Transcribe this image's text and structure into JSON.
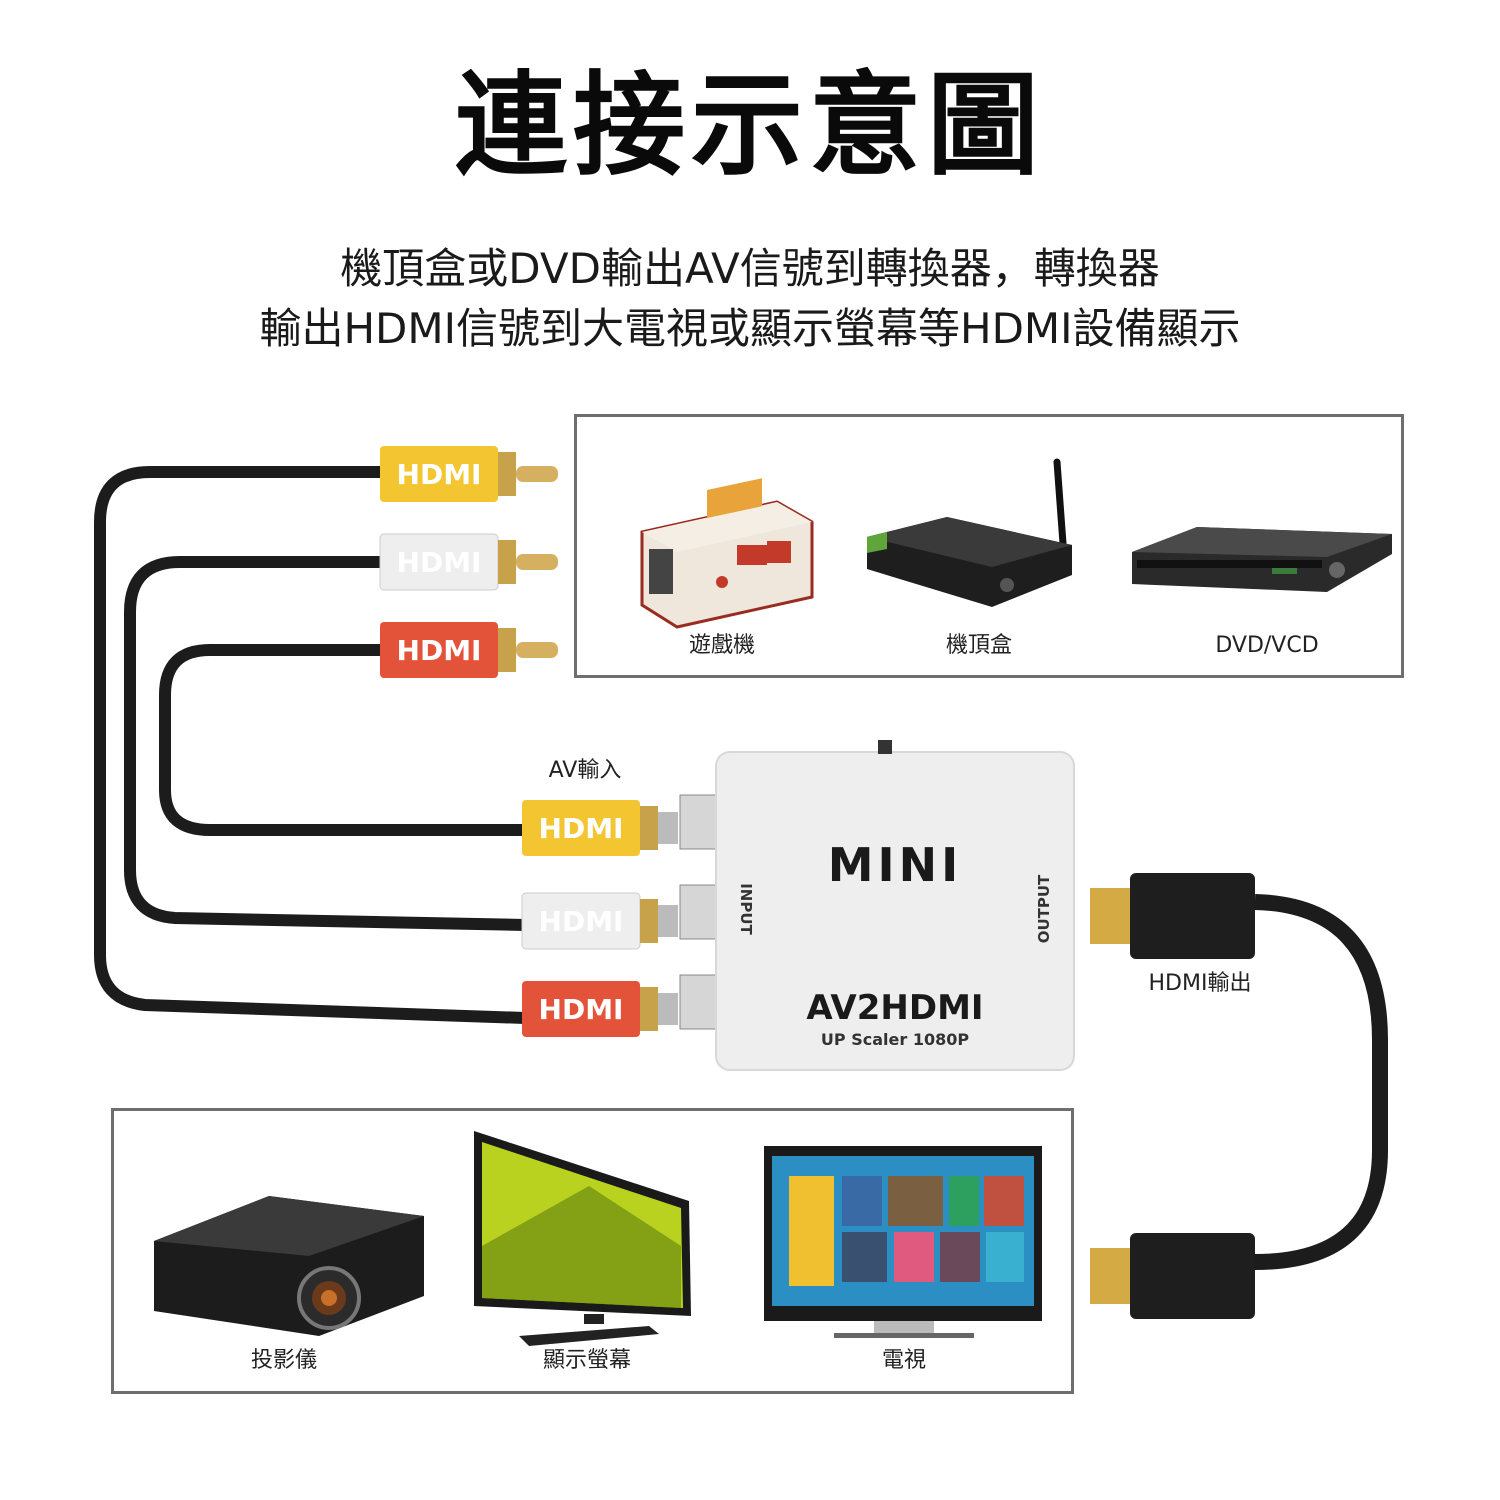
{
  "title": "連接示意圖",
  "subtitle_lines": [
    "機頂盒或DVD輸出AV信號到轉換器，轉換器",
    "輸出HDMI信號到大電視或顯示螢幕等HDMI設備顯示"
  ],
  "sources": [
    {
      "label": "遊戲機",
      "icon": "game-console-icon"
    },
    {
      "label": "機頂盒",
      "icon": "set-top-box-icon"
    },
    {
      "label": "DVD/VCD",
      "icon": "dvd-player-icon"
    }
  ],
  "displays": [
    {
      "label": "投影儀",
      "icon": "projector-icon"
    },
    {
      "label": "顯示螢幕",
      "icon": "monitor-icon"
    },
    {
      "label": "電視",
      "icon": "tv-icon"
    }
  ],
  "converter": {
    "brand": "MINI",
    "model": "AV2HDMI",
    "spec": "UP Scaler 1080P",
    "input_label": "INPUT",
    "output_label": "OUTPUT"
  },
  "av_input_label": "AV輸入",
  "hdmi_output_label": "HDMI輸出",
  "plug_print": "HDMI",
  "colors": {
    "yellow": "#f2c531",
    "white": "#eeeeee",
    "red": "#e2533a",
    "cable": "#1c1c1c",
    "gold": "#c8a24a",
    "panel_border": "#6e6e6e",
    "converter_body": "#eeeeee"
  }
}
